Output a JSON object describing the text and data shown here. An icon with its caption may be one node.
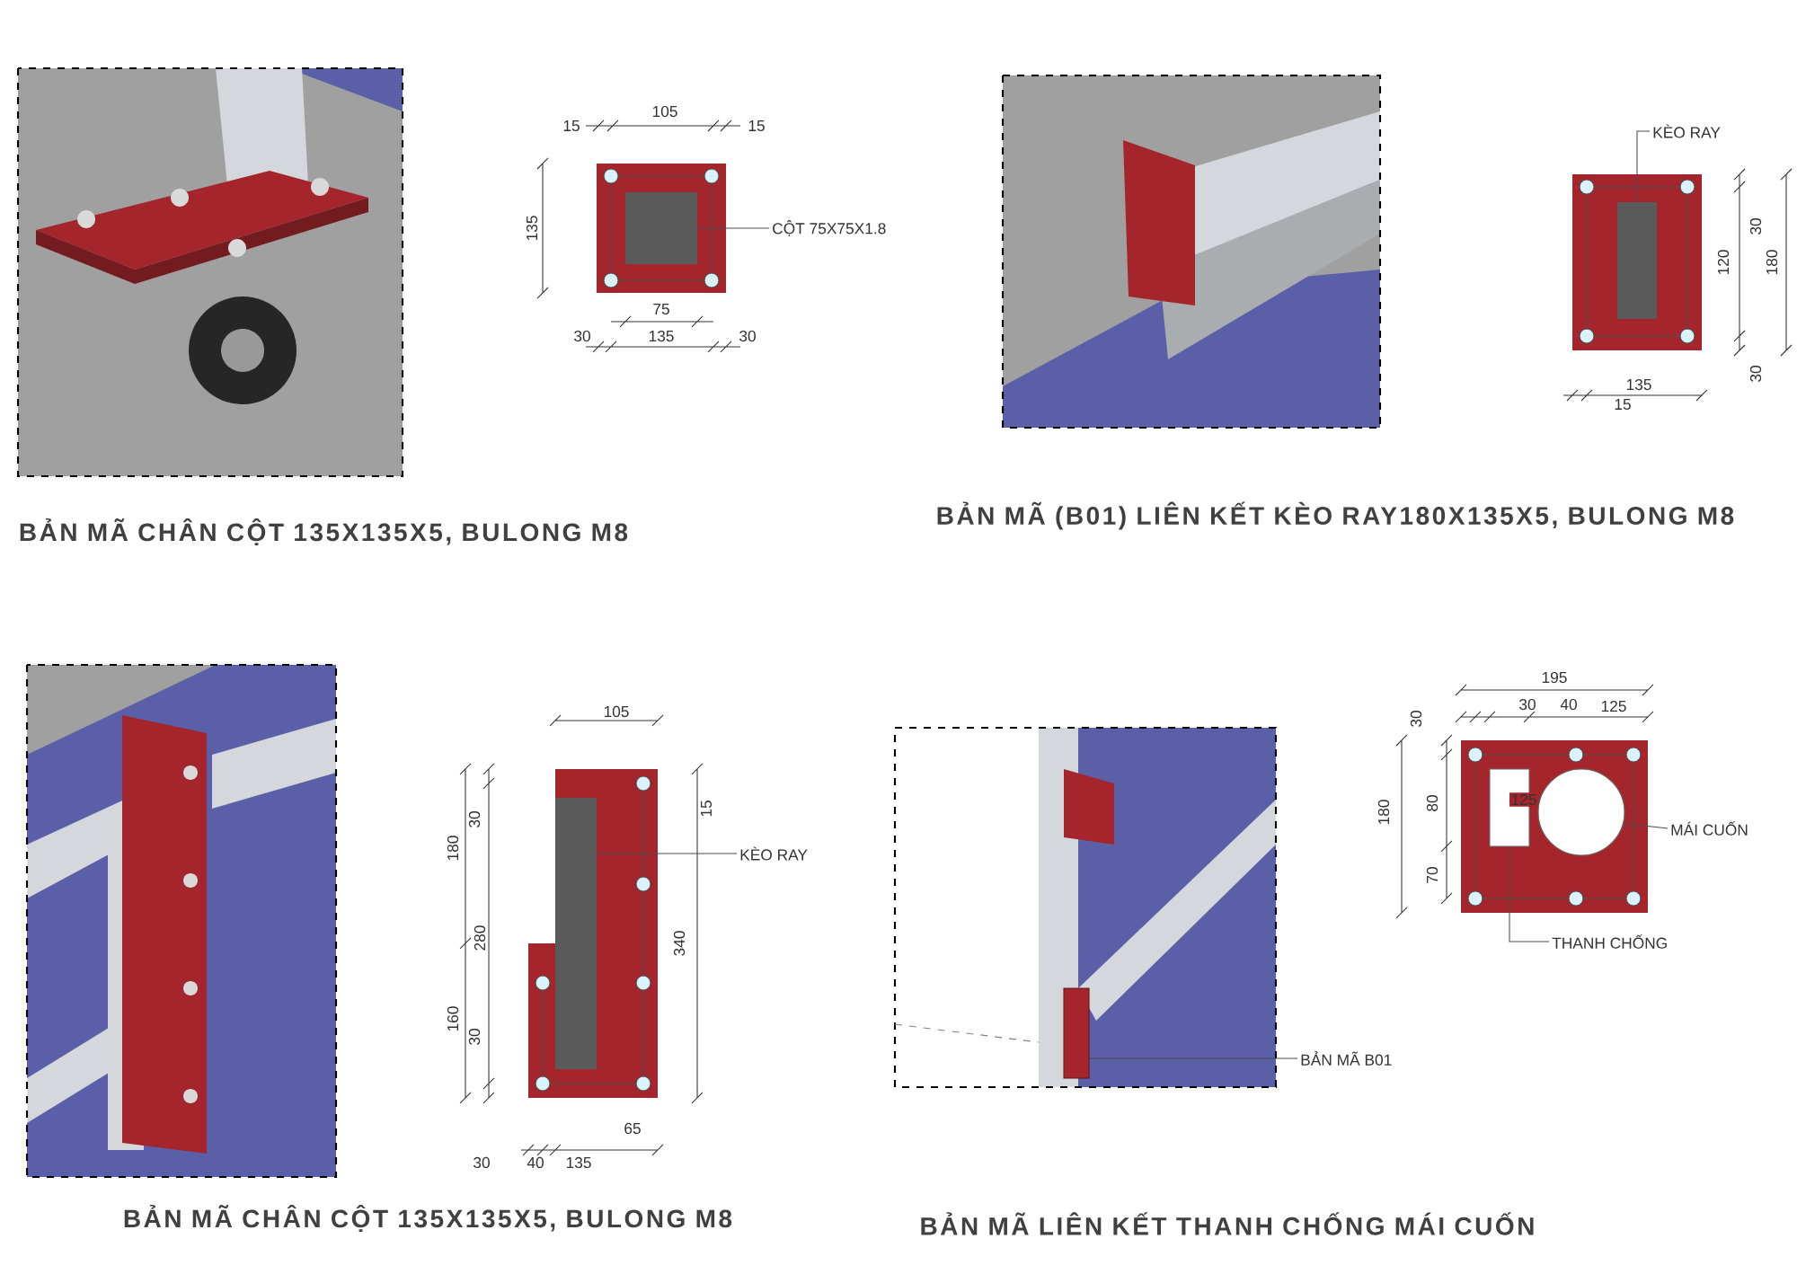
{
  "diagram": {
    "nodes": [
      {
        "text": [
          "CỘT 75X75X1.8"
        ]
      },
      {
        "text": [],
        "shape": "box"
      },
      {
        "text": [
          "KÈO RAY"
        ]
      },
      {
        "text": [],
        "shape": "box"
      },
      {
        "text": [
          "KÈO RAY"
        ]
      },
      {
        "text": [],
        "shape": "box"
      },
      {
        "text": [
          "MÁI CUỐN"
        ]
      },
      {
        "text": [],
        "shape": "circle"
      },
      {
        "text": [
          "THANH CHỐNG"
        ]
      },
      {
        "text": [],
        "shape": "box"
      },
      {
        "text": [
          "BẢN MÃ B01"
        ]
      },
      {
        "text": [],
        "shape": "bar"
      }
    ],
    "edges": [
      {
        "from": 0,
        "to": 1,
        "arrow": "none"
      },
      {
        "from": 2,
        "to": 3,
        "arrow": "none"
      },
      {
        "from": 4,
        "to": 5,
        "arrow": "none"
      },
      {
        "from": 6,
        "to": 7,
        "arrow": "none"
      },
      {
        "from": 8,
        "to": 9,
        "arrow": "none"
      },
      {
        "from": 10,
        "to": 11,
        "arrow": "none"
      }
    ],
    "labels": [
      "15",
      "105",
      "15",
      "135",
      "75",
      "30",
      "135",
      "30",
      "BẢN MÃ CHÂN CỘT 135X135X5, BULONG M8",
      "30",
      "120",
      "180",
      "30",
      "135",
      "15",
      "BẢN MÃ (B01) LIÊN KẾT KÈO RAY180X135X5, BULONG M8",
      "105",
      "15",
      "30",
      "180",
      "280",
      "340",
      "160",
      "30",
      "30",
      "40",
      "135",
      "65",
      "BẢN MÃ CHÂN CỘT 135X135X5, BULONG M8",
      "195",
      "30",
      "30",
      "40",
      "125",
      "180",
      "80",
      "125",
      "70",
      "BẢN MÃ LIÊN KẾT THANH CHỐNG MÁI CUỐN"
    ]
  }
}
